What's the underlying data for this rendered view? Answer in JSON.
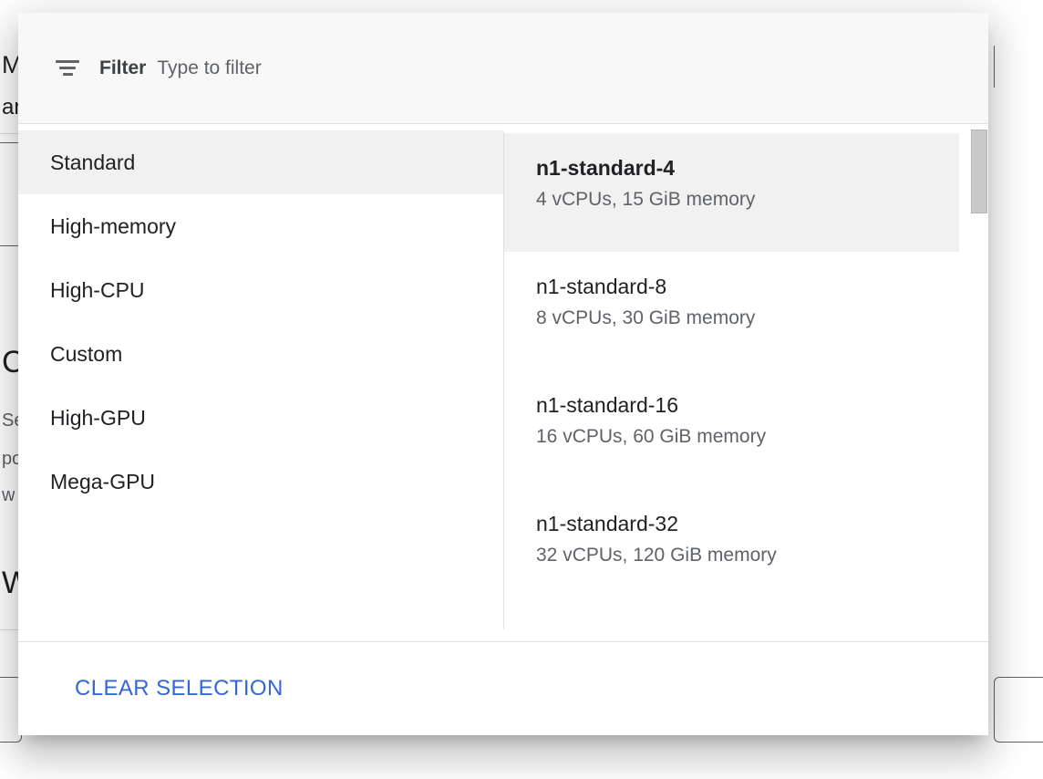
{
  "background": {
    "fragments": [
      {
        "text": "M"
      },
      {
        "text": "an"
      },
      {
        "text": "C"
      },
      {
        "text": "Se"
      },
      {
        "text": "po"
      },
      {
        "text": "w"
      },
      {
        "text": "W"
      }
    ]
  },
  "filter": {
    "icon": "filter-icon",
    "label": "Filter",
    "placeholder": "Type to filter",
    "value": ""
  },
  "categories": {
    "selected": "Standard",
    "items": [
      {
        "label": "Standard"
      },
      {
        "label": "High-memory"
      },
      {
        "label": "High-CPU"
      },
      {
        "label": "Custom"
      },
      {
        "label": "High-GPU"
      },
      {
        "label": "Mega-GPU"
      }
    ]
  },
  "machine_types": {
    "selected": "n1-standard-4",
    "items": [
      {
        "name": "n1-standard-4",
        "description": "4 vCPUs, 15 GiB memory"
      },
      {
        "name": "n1-standard-8",
        "description": "8 vCPUs, 30 GiB memory"
      },
      {
        "name": "n1-standard-16",
        "description": "16 vCPUs, 60 GiB memory"
      },
      {
        "name": "n1-standard-32",
        "description": "32 vCPUs, 120 GiB memory"
      }
    ]
  },
  "footer": {
    "clear_label": "CLEAR SELECTION"
  },
  "colors": {
    "accent": "#3367d6",
    "selected_row": "#f1f1f1",
    "header_bg": "#f8f8f8",
    "divider": "#e0e0e0",
    "text_primary": "#202124",
    "text_secondary": "#5f6368"
  }
}
